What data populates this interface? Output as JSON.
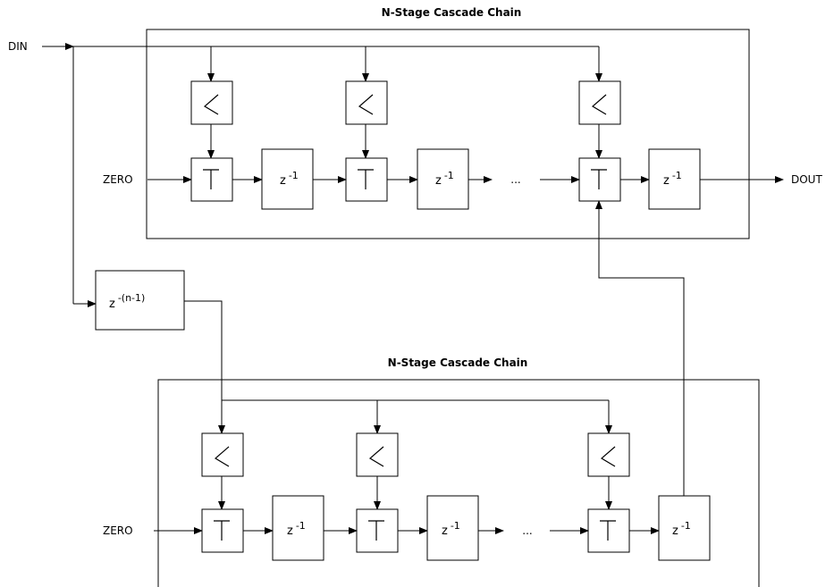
{
  "top_chain": {
    "title": "N-Stage Cascade Chain",
    "input_label": "ZERO",
    "ellipsis": "...",
    "delay_base": "z",
    "delay_exp": "-1"
  },
  "bottom_chain": {
    "title": "N-Stage Cascade Chain",
    "input_label": "ZERO",
    "ellipsis": "...",
    "delay_base": "z",
    "delay_exp": "-1"
  },
  "signals": {
    "input": "DIN",
    "output": "DOUT"
  },
  "pre_delay": {
    "base": "z",
    "exp": "-(n-1)"
  },
  "icons": {
    "multiplier": "angle-icon",
    "adder": "tee-icon",
    "arrow": "arrowhead-icon"
  }
}
